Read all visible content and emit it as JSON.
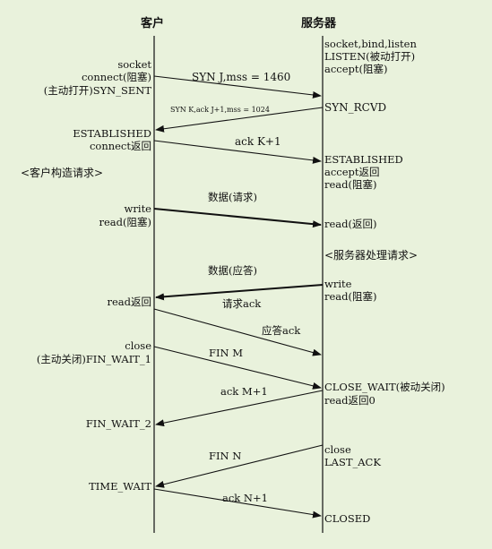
{
  "headers": {
    "client": "客户",
    "server": "服务器"
  },
  "client_labels": {
    "socket": "socket",
    "connect_block": "connect(阻塞)",
    "syn_sent": "(主动打开)SYN_SENT",
    "established": "ESTABLISHED",
    "connect_return": "connect返回",
    "construct_request": "<客户构造请求>",
    "write": "write",
    "read_block": "read(阻塞)",
    "read_return": "read返回",
    "close": "close",
    "fin_wait_1": "(主动关闭)FIN_WAIT_1",
    "fin_wait_2": "FIN_WAIT_2",
    "time_wait": "TIME_WAIT"
  },
  "server_labels": {
    "socket_bind_listen": "socket,bind,listen",
    "listen": "LISTEN(被动打开)",
    "accept_block": "accept(阻塞)",
    "syn_rcvd": "SYN_RCVD",
    "established": "ESTABLISHED",
    "accept_return": "accept返回",
    "read_block": "read(阻塞)",
    "read_return": "read(返回)",
    "process_request": "<服务器处理请求>",
    "write": "write",
    "read_block2": "read(阻塞)",
    "close_wait": "CLOSE_WAIT(被动关闭)",
    "read_return_0": "read返回0",
    "close": "close",
    "last_ack": "LAST_ACK",
    "closed": "CLOSED"
  },
  "messages": {
    "syn": "SYN J,mss = 1460",
    "syn_ack": "SYN K,ack J+1,mss = 1024",
    "ack_k": "ack K+1",
    "data_request": "数据(请求)",
    "data_reply": "数据(应答)",
    "request_ack": "请求ack",
    "reply_ack": "应答ack",
    "fin_m": "FIN M",
    "ack_m": "ack M+1",
    "fin_n": "FIN N",
    "ack_n": "ack N+1"
  }
}
